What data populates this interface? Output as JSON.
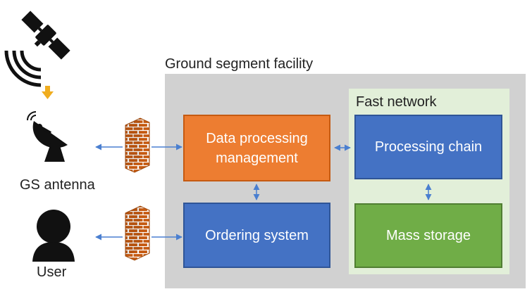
{
  "facility": {
    "title": "Ground segment facility"
  },
  "fast_network": {
    "title": "Fast network"
  },
  "boxes": {
    "data_processing": "Data processing management",
    "processing_chain": "Processing chain",
    "ordering": "Ordering system",
    "mass_storage": "Mass storage"
  },
  "actors": {
    "antenna": "GS antenna",
    "user": "User"
  },
  "icons": [
    "satellite-icon",
    "downlink-arrow-icon",
    "satellite-dish-icon",
    "user-icon",
    "firewall-icon"
  ],
  "colors": {
    "facility_bg": "#d1d1d1",
    "fast_network_bg": "#e2efd9",
    "orange": "#ed7d31",
    "blue": "#4472c4",
    "green": "#70ad47",
    "arrow": "#4a7fd0",
    "firewall": "#c55a11"
  }
}
